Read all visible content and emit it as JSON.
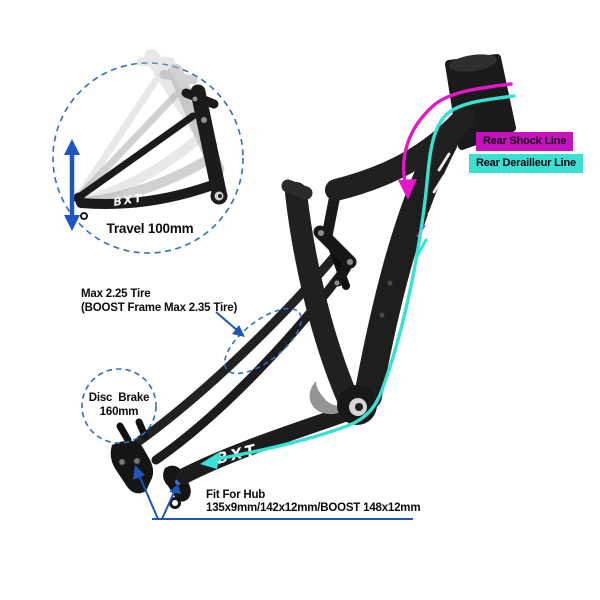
{
  "brand": {
    "chainstay_logo": "BXT",
    "detail_logo": "BXT"
  },
  "annotations": {
    "travel": "Travel 100mm",
    "rear_shock_line": "Rear Shock Line",
    "rear_derailleur_line": "Rear Derailleur Line",
    "max_tire_line1": "Max 2.25 Tire",
    "max_tire_line2": "(BOOST Frame Max 2.35 Tire)",
    "disc_brake_line1": "Disc Brake",
    "disc_brake_line2": "160mm",
    "hub_line1": "Fit For Hub",
    "hub_line2": "135x9mm/142x12mm/BOOST 148x12mm"
  },
  "colors": {
    "shock_line": "#e517c9",
    "shock_label_bg": "#c511c0",
    "derailleur_line": "#35e2d3",
    "derailleur_label_bg": "#3ae0d2",
    "annotation_blue": "#1e56b8",
    "dashed_blue": "#2e6fc4",
    "frame_black": "#1e1e1e",
    "background": "#ffffff"
  }
}
